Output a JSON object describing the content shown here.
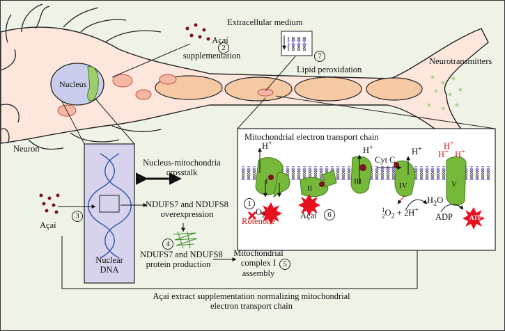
{
  "labels": {
    "extracellular": "Extracellular medium",
    "acai_supp": "Açaí",
    "acai_supp2": "supplementation",
    "lipid": "Lipid peroxidation",
    "neurotransmitters": "Neurotransmitters",
    "nucleus": "Nucleus",
    "neuron": "Neuron",
    "metc_title": "Mitochondrial electron transport chain",
    "crosstalk1": "Nucleus-mitochondria",
    "crosstalk2": "crosstalk",
    "overexp1": "NDUFS7 and NDUFS8",
    "overexp2": "overexpression",
    "protein1": "NDUFS7 and NDUFS8",
    "protein2": "protein production",
    "complex1": "Mitochondrial",
    "complex2": "complex I",
    "complex3": "assembly",
    "acai_left": "Açaí",
    "nuclear1": "Nuclear",
    "nuclear2": "DNA",
    "rotenone": "Rotenone",
    "acai_etc": "Açaí",
    "o2": "O",
    "o2sub": "2",
    "cytc": "Cyt C",
    "h2o": "H",
    "h2osub": "2",
    "h2o_o": "O",
    "adp": "ADP",
    "atp": "ATP",
    "hplus": "H",
    "plus": "+",
    "half": "1",
    "halfden": "2",
    "reaction": "O",
    "reaction2": "+ 2H",
    "bottom1": "Açaí extract supplementation normalizing mitochondrial",
    "bottom2": "electron transport chain"
  },
  "complexes": [
    "I",
    "II",
    "III",
    "IV",
    "V"
  ],
  "steps": [
    "1",
    "2",
    "3",
    "4",
    "5",
    "6",
    "7"
  ],
  "colors": {
    "background": "#eef3e6",
    "neuron": "#fde7dd",
    "myelin": "#f4c9a4",
    "complex": "#76b83a",
    "dna_panel": "#d7d3ec",
    "nucleus": "#c9cdeb",
    "ros": "#e8101e",
    "acai": "#7a1420",
    "dots": "#b8d49a"
  },
  "icons": [
    "lipid-bilayer-icon",
    "ros-burst-icon",
    "acai-berry-icon",
    "inhibition-x-icon"
  ]
}
